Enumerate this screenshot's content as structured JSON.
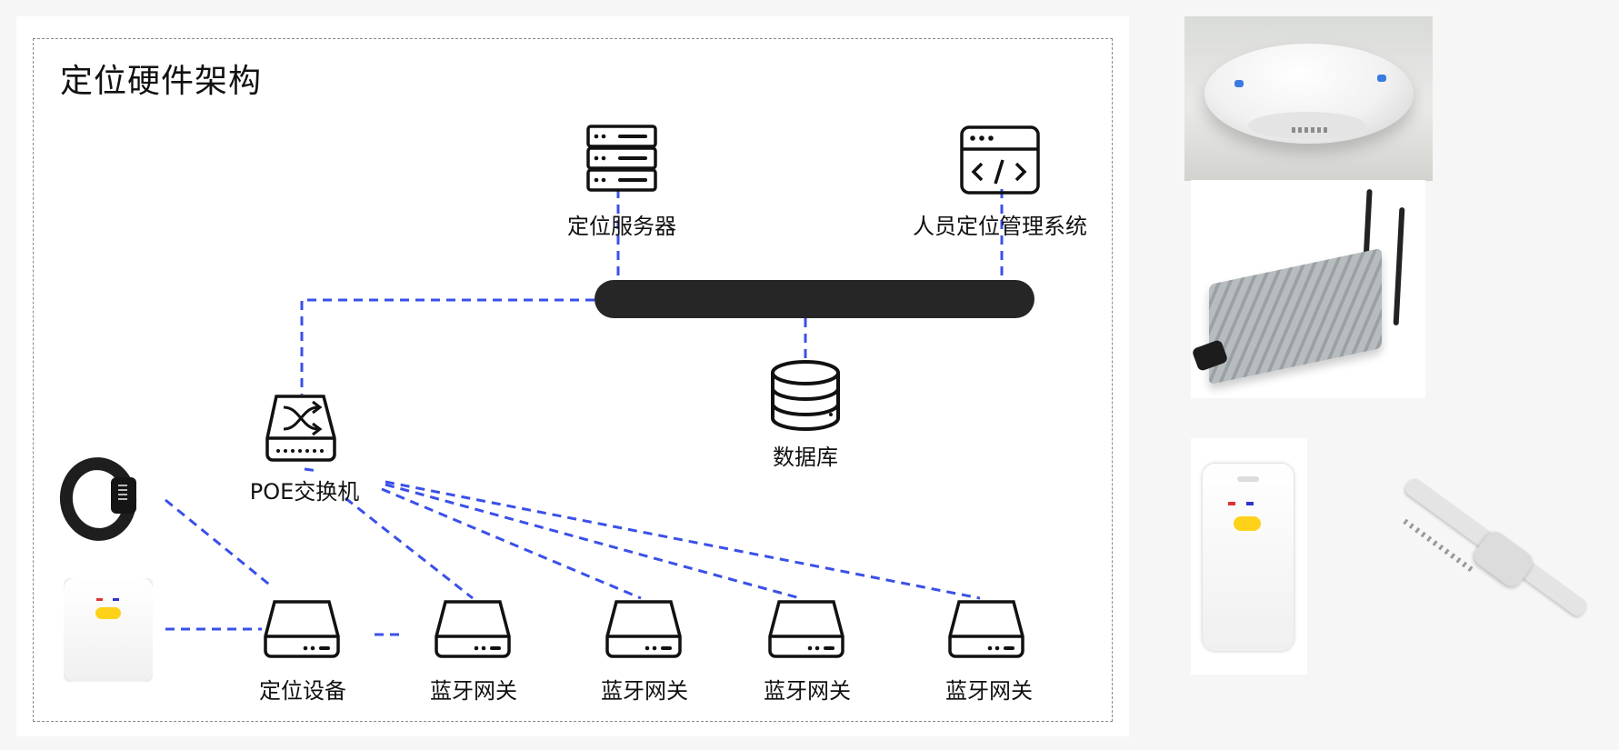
{
  "diagram": {
    "title": "定位硬件架构",
    "nodes": {
      "server": "定位服务器",
      "management": "人员定位管理系统",
      "database": "数据库",
      "switch": "POE交换机",
      "locator": "定位设备",
      "gateway_1": "蓝牙网关",
      "gateway_2": "蓝牙网关",
      "gateway_3": "蓝牙网关",
      "gateway_4": "蓝牙网关"
    },
    "colors": {
      "link": "#3a50e8",
      "bus": "#262626",
      "icon": "#111111"
    }
  },
  "products": {
    "icons": [
      "round-locator-photo",
      "outdoor-gateway-photo",
      "badge-tag-photo",
      "wristband-photo",
      "bracelet-photo",
      "small-tag-photo"
    ]
  }
}
